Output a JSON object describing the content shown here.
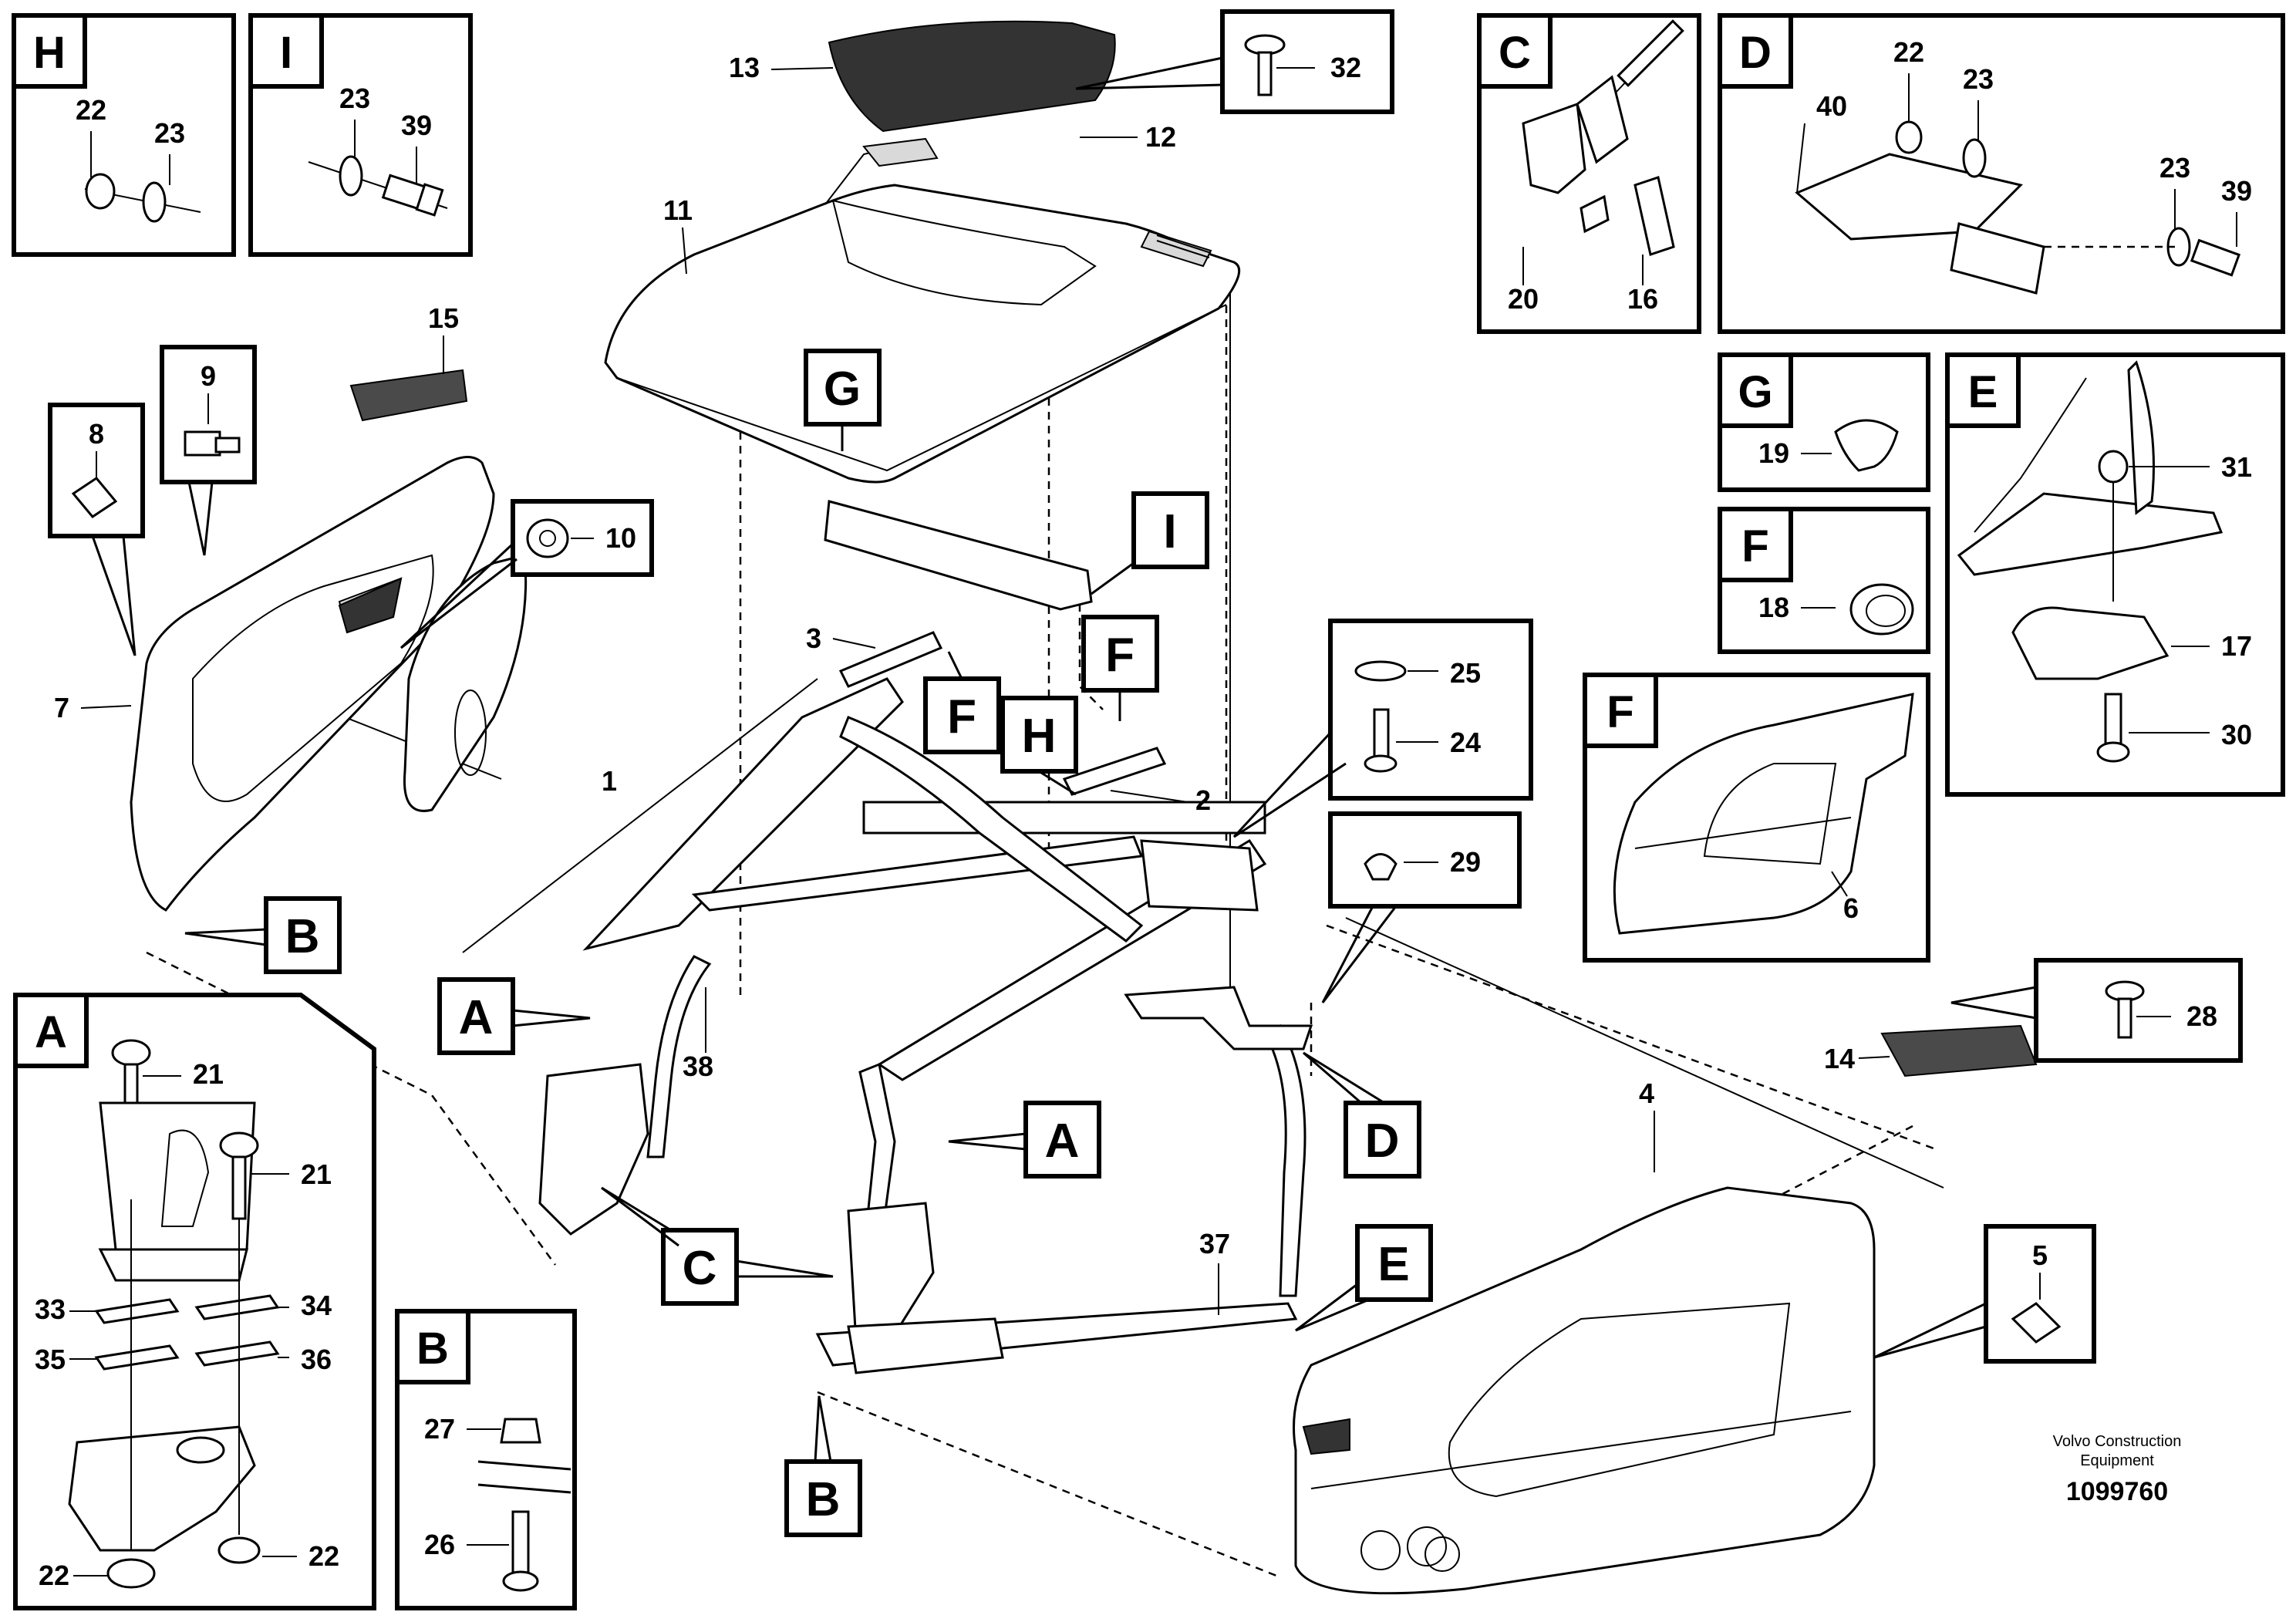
{
  "detail_boxes": {
    "H": {
      "letter": "H",
      "parts": [
        "22",
        "23"
      ]
    },
    "I": {
      "letter": "I",
      "parts": [
        "23",
        "39"
      ]
    },
    "C": {
      "letter": "C",
      "parts": [
        "20",
        "16"
      ]
    },
    "D": {
      "letter": "D",
      "parts": [
        "22",
        "23",
        "40",
        "23",
        "39"
      ]
    },
    "G": {
      "letter": "G",
      "parts": [
        "19"
      ]
    },
    "F_small": {
      "letter": "F",
      "parts": [
        "18"
      ]
    },
    "E": {
      "letter": "E",
      "parts": [
        "31",
        "17",
        "30"
      ]
    },
    "F_large": {
      "letter": "F",
      "parts": [
        "6"
      ]
    },
    "A": {
      "letter": "A",
      "parts": [
        "21",
        "21",
        "33",
        "34",
        "35",
        "36",
        "22",
        "22"
      ]
    },
    "B": {
      "letter": "B",
      "parts": [
        "27",
        "26"
      ]
    }
  },
  "hardware_boxes": {
    "b32": "32",
    "b9": "9",
    "b8": "8",
    "b10": "10",
    "b25": "25",
    "b24": "24",
    "b29": "29",
    "b28": "28",
    "b5": "5"
  },
  "callouts": {
    "G": "G",
    "I": "I",
    "F1": "F",
    "F2": "F",
    "H": "H",
    "A1": "A",
    "A2": "A",
    "B1": "B",
    "B2": "B",
    "C": "C",
    "D": "D",
    "E": "E"
  },
  "labels": {
    "p13": "13",
    "p12": "12",
    "p11": "11",
    "p15": "15",
    "p7": "7",
    "p1": "1",
    "p3": "3",
    "p2": "2",
    "p38": "38",
    "p37": "37",
    "p4": "4",
    "p14": "14"
  },
  "credit": {
    "line1": "Volvo Construction",
    "line2": "Equipment",
    "doc_number": "1099760"
  }
}
